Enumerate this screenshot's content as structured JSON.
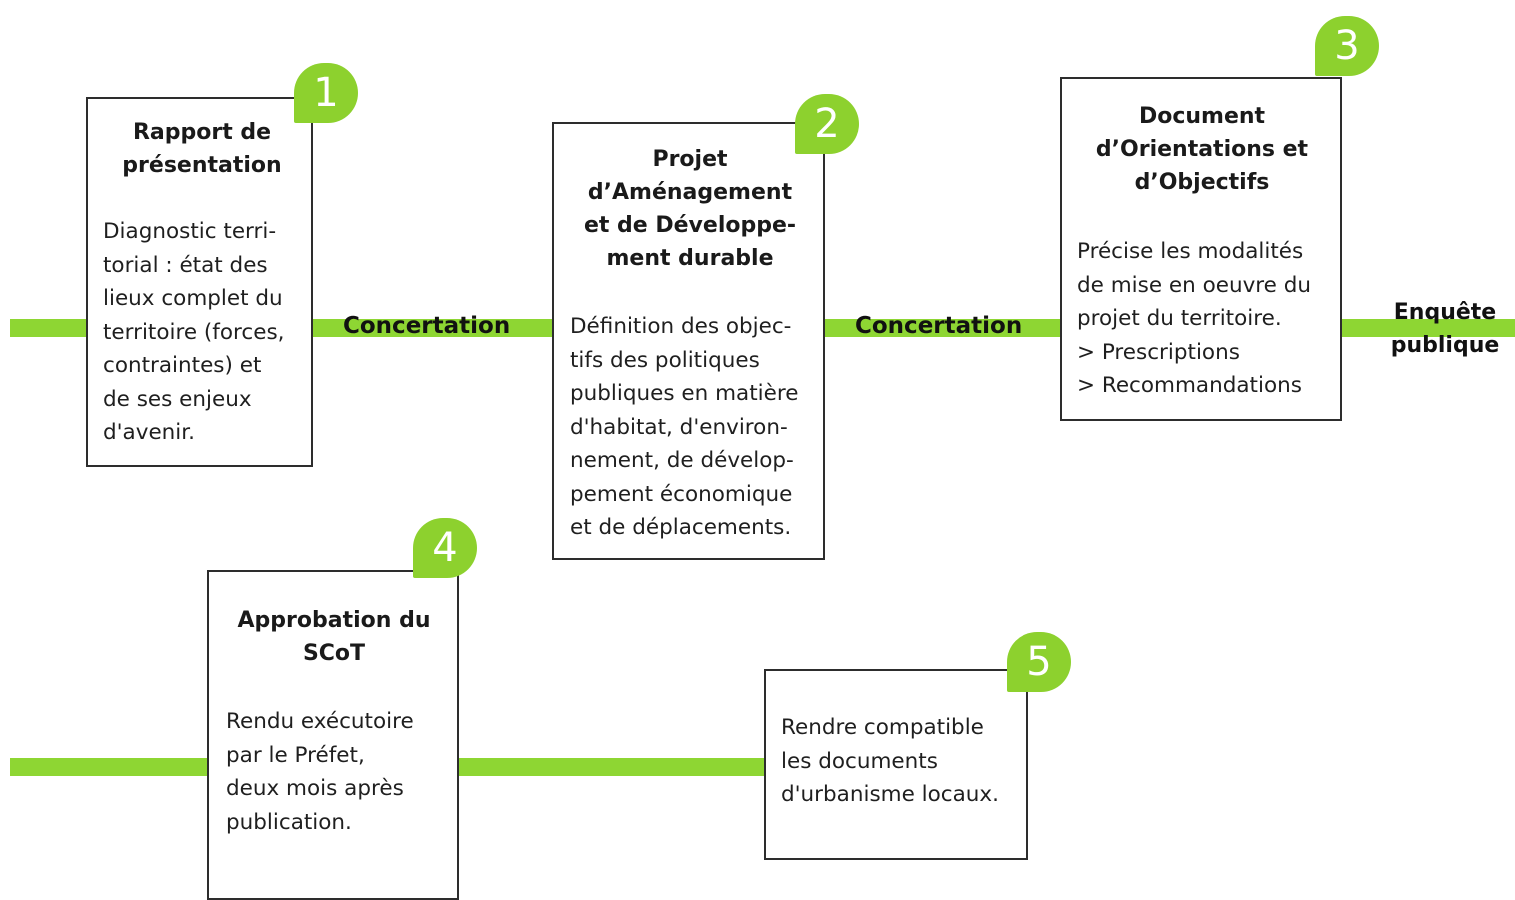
{
  "steps": [
    {
      "number": "1",
      "title_lines": [
        "Rapport de",
        "présentation"
      ],
      "body_lines": [
        "Diagnostic terri-",
        "torial : état des",
        "lieux complet du",
        "territoire (forces,",
        "contraintes) et",
        "de ses enjeux",
        "d'avenir."
      ]
    },
    {
      "number": "2",
      "title_lines": [
        "Projet",
        "d’Aménagement",
        "et de Développe-",
        "ment durable"
      ],
      "body_lines": [
        "Définition des objec-",
        "tifs des politiques",
        "publiques en matière",
        "d'habitat, d'environ-",
        "nement, de dévelop-",
        "pement économique",
        "et de déplacements."
      ]
    },
    {
      "number": "3",
      "title_lines": [
        "Document",
        "d’Orientations et",
        "d’Objectifs"
      ],
      "body_lines": [
        "Précise les modalités",
        "de mise en oeuvre du",
        "projet du territoire.",
        "> Prescriptions",
        "> Recommandations"
      ]
    },
    {
      "number": "4",
      "title_lines": [
        "Approbation du",
        "SCoT"
      ],
      "body_lines": [
        "Rendu exécutoire",
        "par le Préfet,",
        "deux mois après",
        "publication."
      ]
    },
    {
      "number": "5",
      "body_lines": [
        "Rendre compatible",
        "les documents",
        "d'urbanisme locaux."
      ]
    }
  ],
  "connectors": {
    "concertation_1": "Concertation",
    "concertation_2": "Concertation",
    "enquete_lines": [
      "Enquête",
      "publique"
    ]
  },
  "colors": {
    "accent_green": "#8ed633",
    "badge_green": "#8dd12e",
    "box_border": "#2d2d2d"
  }
}
